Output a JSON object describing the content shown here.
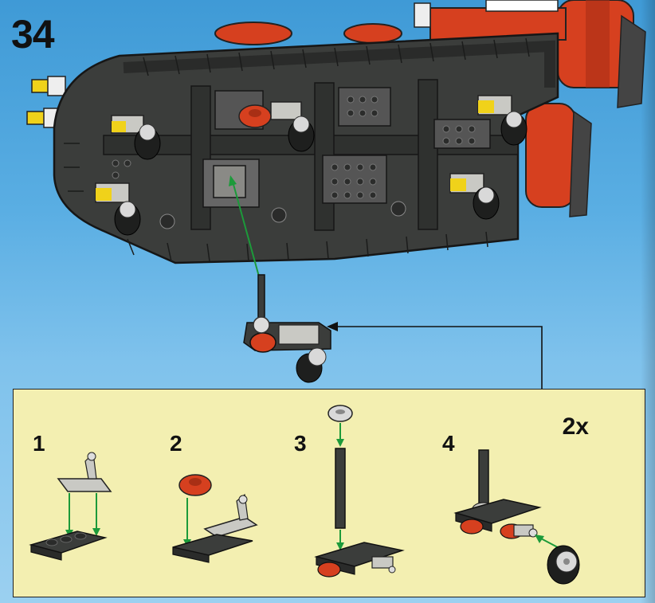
{
  "page": {
    "step_number": "34"
  },
  "sub_assembly": {
    "multiplier": "2x",
    "steps": [
      {
        "label": "1"
      },
      {
        "label": "2"
      },
      {
        "label": "3"
      },
      {
        "label": "4"
      }
    ]
  },
  "colors": {
    "sky": "#5aaee3",
    "panel": "#f3efb1",
    "dark_gray": "#3b3d3b",
    "red": "#d6401f",
    "arrow_green": "#1c9a3a",
    "yellow": "#f0d21a",
    "light_gray": "#c9c9c4"
  }
}
